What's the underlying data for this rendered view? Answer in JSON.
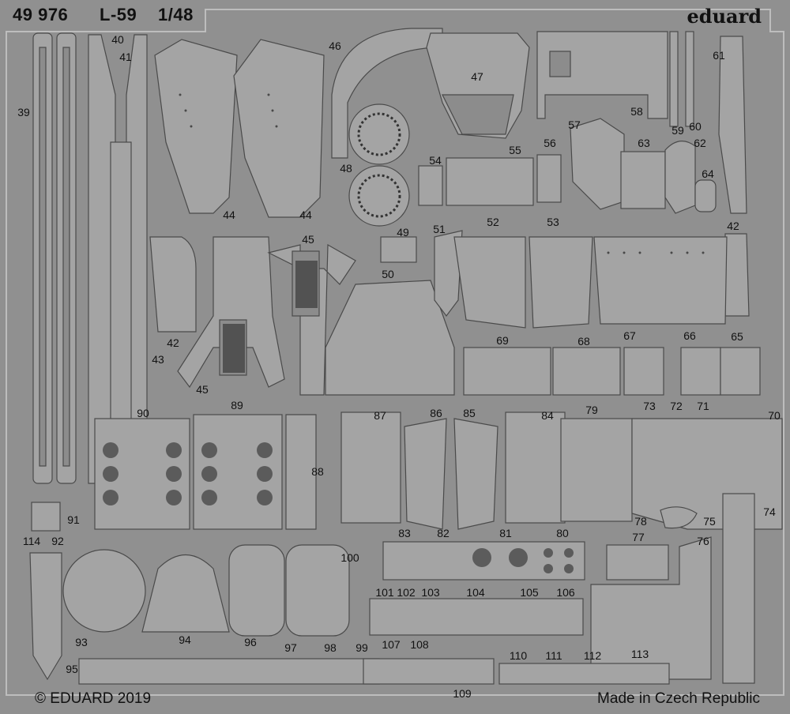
{
  "header": {
    "set_number": "49 976",
    "model": "L-59",
    "scale": "1/48",
    "brand": "eduard"
  },
  "footer": {
    "copyright": "© EDUARD 2019",
    "origin": "Made in Czech Republic"
  },
  "part_numbers": [
    "39",
    "40",
    "41",
    "44",
    "44",
    "46",
    "47",
    "48",
    "54",
    "55",
    "56",
    "57",
    "58",
    "59",
    "60",
    "61",
    "62",
    "63",
    "64",
    "45",
    "49",
    "50",
    "51",
    "52",
    "53",
    "42",
    "42",
    "43",
    "45",
    "69",
    "68",
    "67",
    "66",
    "65",
    "73",
    "72",
    "71",
    "70",
    "90",
    "89",
    "88",
    "87",
    "86",
    "85",
    "84",
    "79",
    "91",
    "114",
    "92",
    "83",
    "82",
    "81",
    "80",
    "78",
    "75",
    "74",
    "77",
    "76",
    "100",
    "101",
    "102",
    "103",
    "104",
    "105",
    "106",
    "93",
    "94",
    "96",
    "97",
    "98",
    "99",
    "107",
    "108",
    "95",
    "109",
    "110",
    "111",
    "112",
    "113"
  ],
  "colors": {
    "fret": "#a4a4a4",
    "background": "#909090",
    "outline": "#4a4a4a",
    "etch_dark": "#222222"
  }
}
